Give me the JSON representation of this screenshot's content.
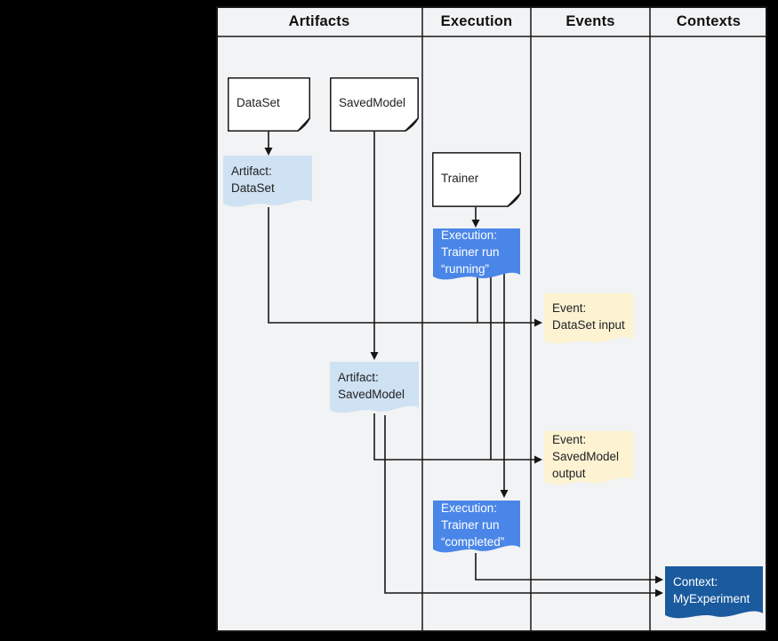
{
  "diagram": {
    "background": "#f2f3f4",
    "columns": [
      "Artifacts",
      "Execution",
      "Events",
      "Contexts"
    ]
  },
  "colors": {
    "line": "#161616",
    "document_fill": "#ffffff",
    "artifact_fill": "#cfe2f3",
    "execution_fill": "#4a86e8",
    "event_fill": "#fdf3d2",
    "context_fill": "#1a5a9e"
  },
  "nodes": {
    "dataset_doc": {
      "label": "DataSet",
      "type": "document"
    },
    "savedmodel_doc": {
      "label": "SavedModel",
      "type": "document"
    },
    "trainer_doc": {
      "label": "Trainer",
      "type": "document"
    },
    "artifact_dataset": {
      "label": "Artifact:\nDataSet",
      "type": "artifact"
    },
    "execution_running": {
      "label": "Execution:\nTrainer run\n“running”",
      "type": "execution"
    },
    "event_dataset_input": {
      "label": "Event:\nDataSet input",
      "type": "event"
    },
    "artifact_savedmodel": {
      "label": "Artifact:\nSavedModel",
      "type": "artifact"
    },
    "event_savedmodel_output": {
      "label": "Event:\nSavedModel\noutput",
      "type": "event"
    },
    "execution_completed": {
      "label": "Execution:\nTrainer run\n“completed”",
      "type": "execution"
    },
    "context_myexperiment": {
      "label": "Context:\nMyExperiment",
      "type": "context"
    }
  }
}
